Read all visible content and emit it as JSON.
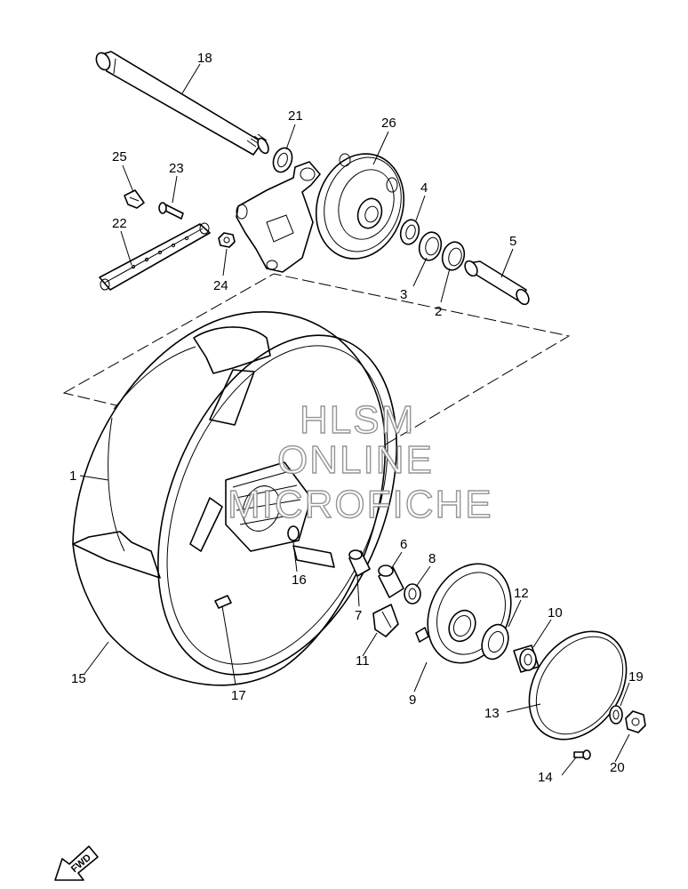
{
  "watermark": {
    "line1": "HLSM",
    "line2": "ONLINE",
    "line3": "MICROFICHE"
  },
  "fwd_label": "FWD",
  "callouts": {
    "c1": "1",
    "c2": "2",
    "c3": "3",
    "c4": "4",
    "c5": "5",
    "c6": "6",
    "c7": "7",
    "c8": "8",
    "c9": "9",
    "c10": "10",
    "c11": "11",
    "c12": "12",
    "c13": "13",
    "c14": "14",
    "c15": "15",
    "c16": "16",
    "c17": "17",
    "c18": "18",
    "c19": "19",
    "c20": "20",
    "c21": "21",
    "c22": "22",
    "c23": "23",
    "c24": "24",
    "c25": "25",
    "c26": "26"
  }
}
